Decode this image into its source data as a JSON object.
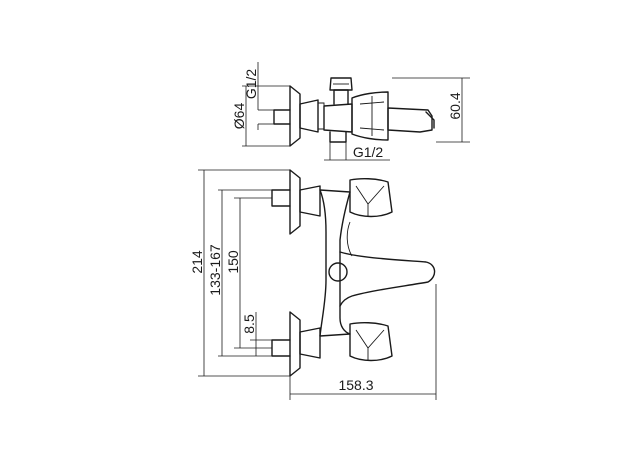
{
  "dimensions": {
    "top_view": {
      "pipe_thread": "G1/2",
      "flange_diameter": "Ø64",
      "outlet_thread": "G1/2",
      "height": "60.4"
    },
    "front_view": {
      "overall_height": "214",
      "center_distance_range": "133-167",
      "center_distance": "150",
      "offset": "8.5",
      "projection": "158.3"
    }
  }
}
